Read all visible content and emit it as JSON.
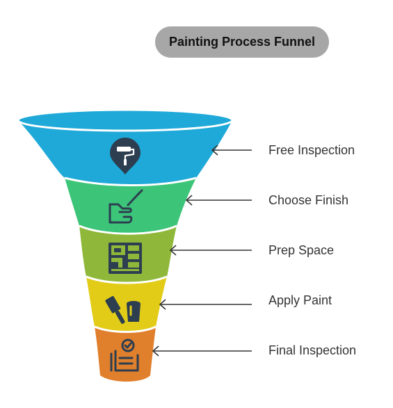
{
  "title": "Painting Process Funnel",
  "stages": [
    {
      "label": "Free Inspection",
      "color": "#1fa9d8",
      "icon": "paint-roller-pin-icon"
    },
    {
      "label": "Choose Finish",
      "color": "#3cc478",
      "icon": "hand-brush-icon"
    },
    {
      "label": "Prep Space",
      "color": "#8fb83a",
      "icon": "wall-prep-icon"
    },
    {
      "label": "Apply Paint",
      "color": "#e2cc17",
      "icon": "brush-bucket-icon"
    },
    {
      "label": "Final Inspection",
      "color": "#e07f2c",
      "icon": "checklist-icon"
    }
  ]
}
